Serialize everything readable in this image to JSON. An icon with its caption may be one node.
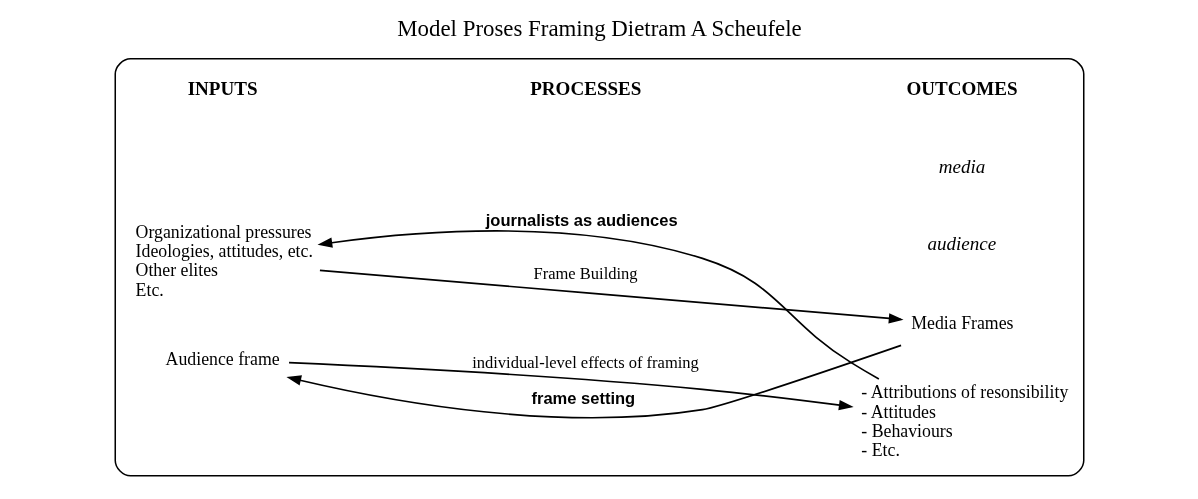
{
  "diagram": {
    "title": "Model Proses Framing Dietram A Scheufele",
    "nodes": [
      {
        "text": [],
        "shape": "box"
      },
      {
        "text": [
          "Organizational pressures",
          "Ideologies, attitudes, etc.",
          "Other elites",
          "Etc."
        ],
        "in": 0
      },
      {
        "text": [
          "Media Frames"
        ],
        "in": 0
      },
      {
        "text": [
          "Audience frame"
        ],
        "in": 0
      },
      {
        "text": [
          "- Attributions of resonsibility",
          "- Attitudes",
          "- Behaviours",
          "- Etc."
        ],
        "in": 0
      }
    ],
    "edges": [
      {
        "from": 1,
        "to": 2,
        "arrow": "to",
        "label": "Frame Building"
      },
      {
        "from": 2,
        "to": 3,
        "arrow": "to",
        "label": "frame setting"
      },
      {
        "from": 3,
        "to": 4,
        "arrow": "to",
        "label": "individual-level effects of framing"
      },
      {
        "from": 4,
        "to": 1,
        "arrow": "to",
        "label": "journalists as audiences"
      }
    ],
    "labels": [
      "INPUTS",
      "PROCESSES",
      "OUTCOMES",
      "media",
      "audience"
    ]
  }
}
